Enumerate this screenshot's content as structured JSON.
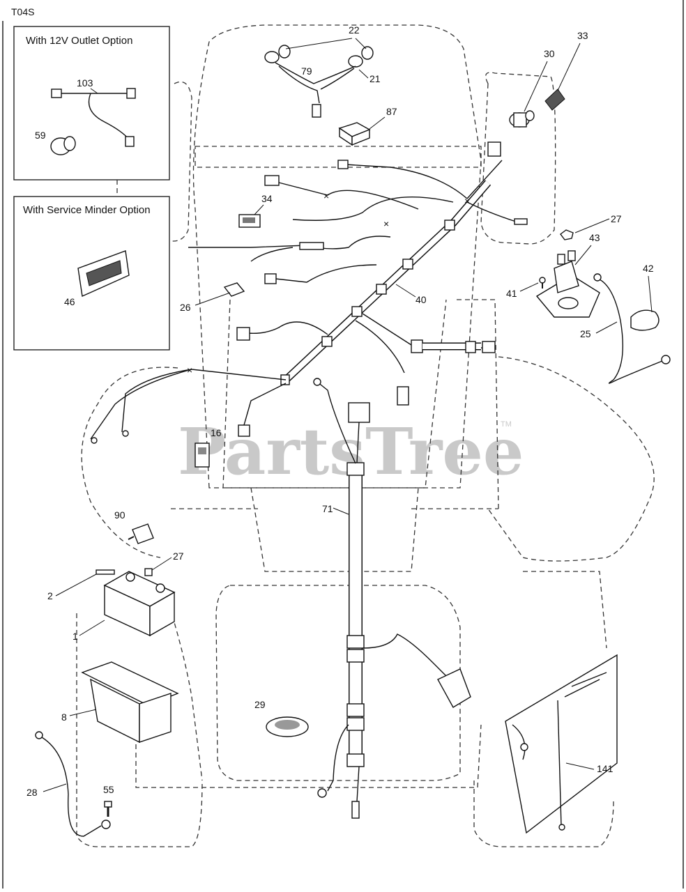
{
  "diagram_code": "T04S",
  "watermark": {
    "text": "PartsTree",
    "mark": "TM"
  },
  "option_boxes": [
    {
      "title": "With 12V Outlet Option"
    },
    {
      "title": "With Service Minder Option"
    }
  ],
  "callouts": {
    "p22": "22",
    "p21": "21",
    "p79": "79",
    "p33": "33",
    "p30": "30",
    "p103": "103",
    "p59": "59",
    "p87": "87",
    "p34": "34",
    "p27a": "27",
    "p43": "43",
    "p42": "42",
    "p41": "41",
    "p46": "46",
    "p26": "26",
    "p40": "40",
    "p25": "25",
    "p16": "16",
    "p71": "71",
    "p90": "90",
    "p27b": "27",
    "p2": "2",
    "p1": "1",
    "p8": "8",
    "p29": "29",
    "p141": "141",
    "p28": "28",
    "p55": "55"
  }
}
